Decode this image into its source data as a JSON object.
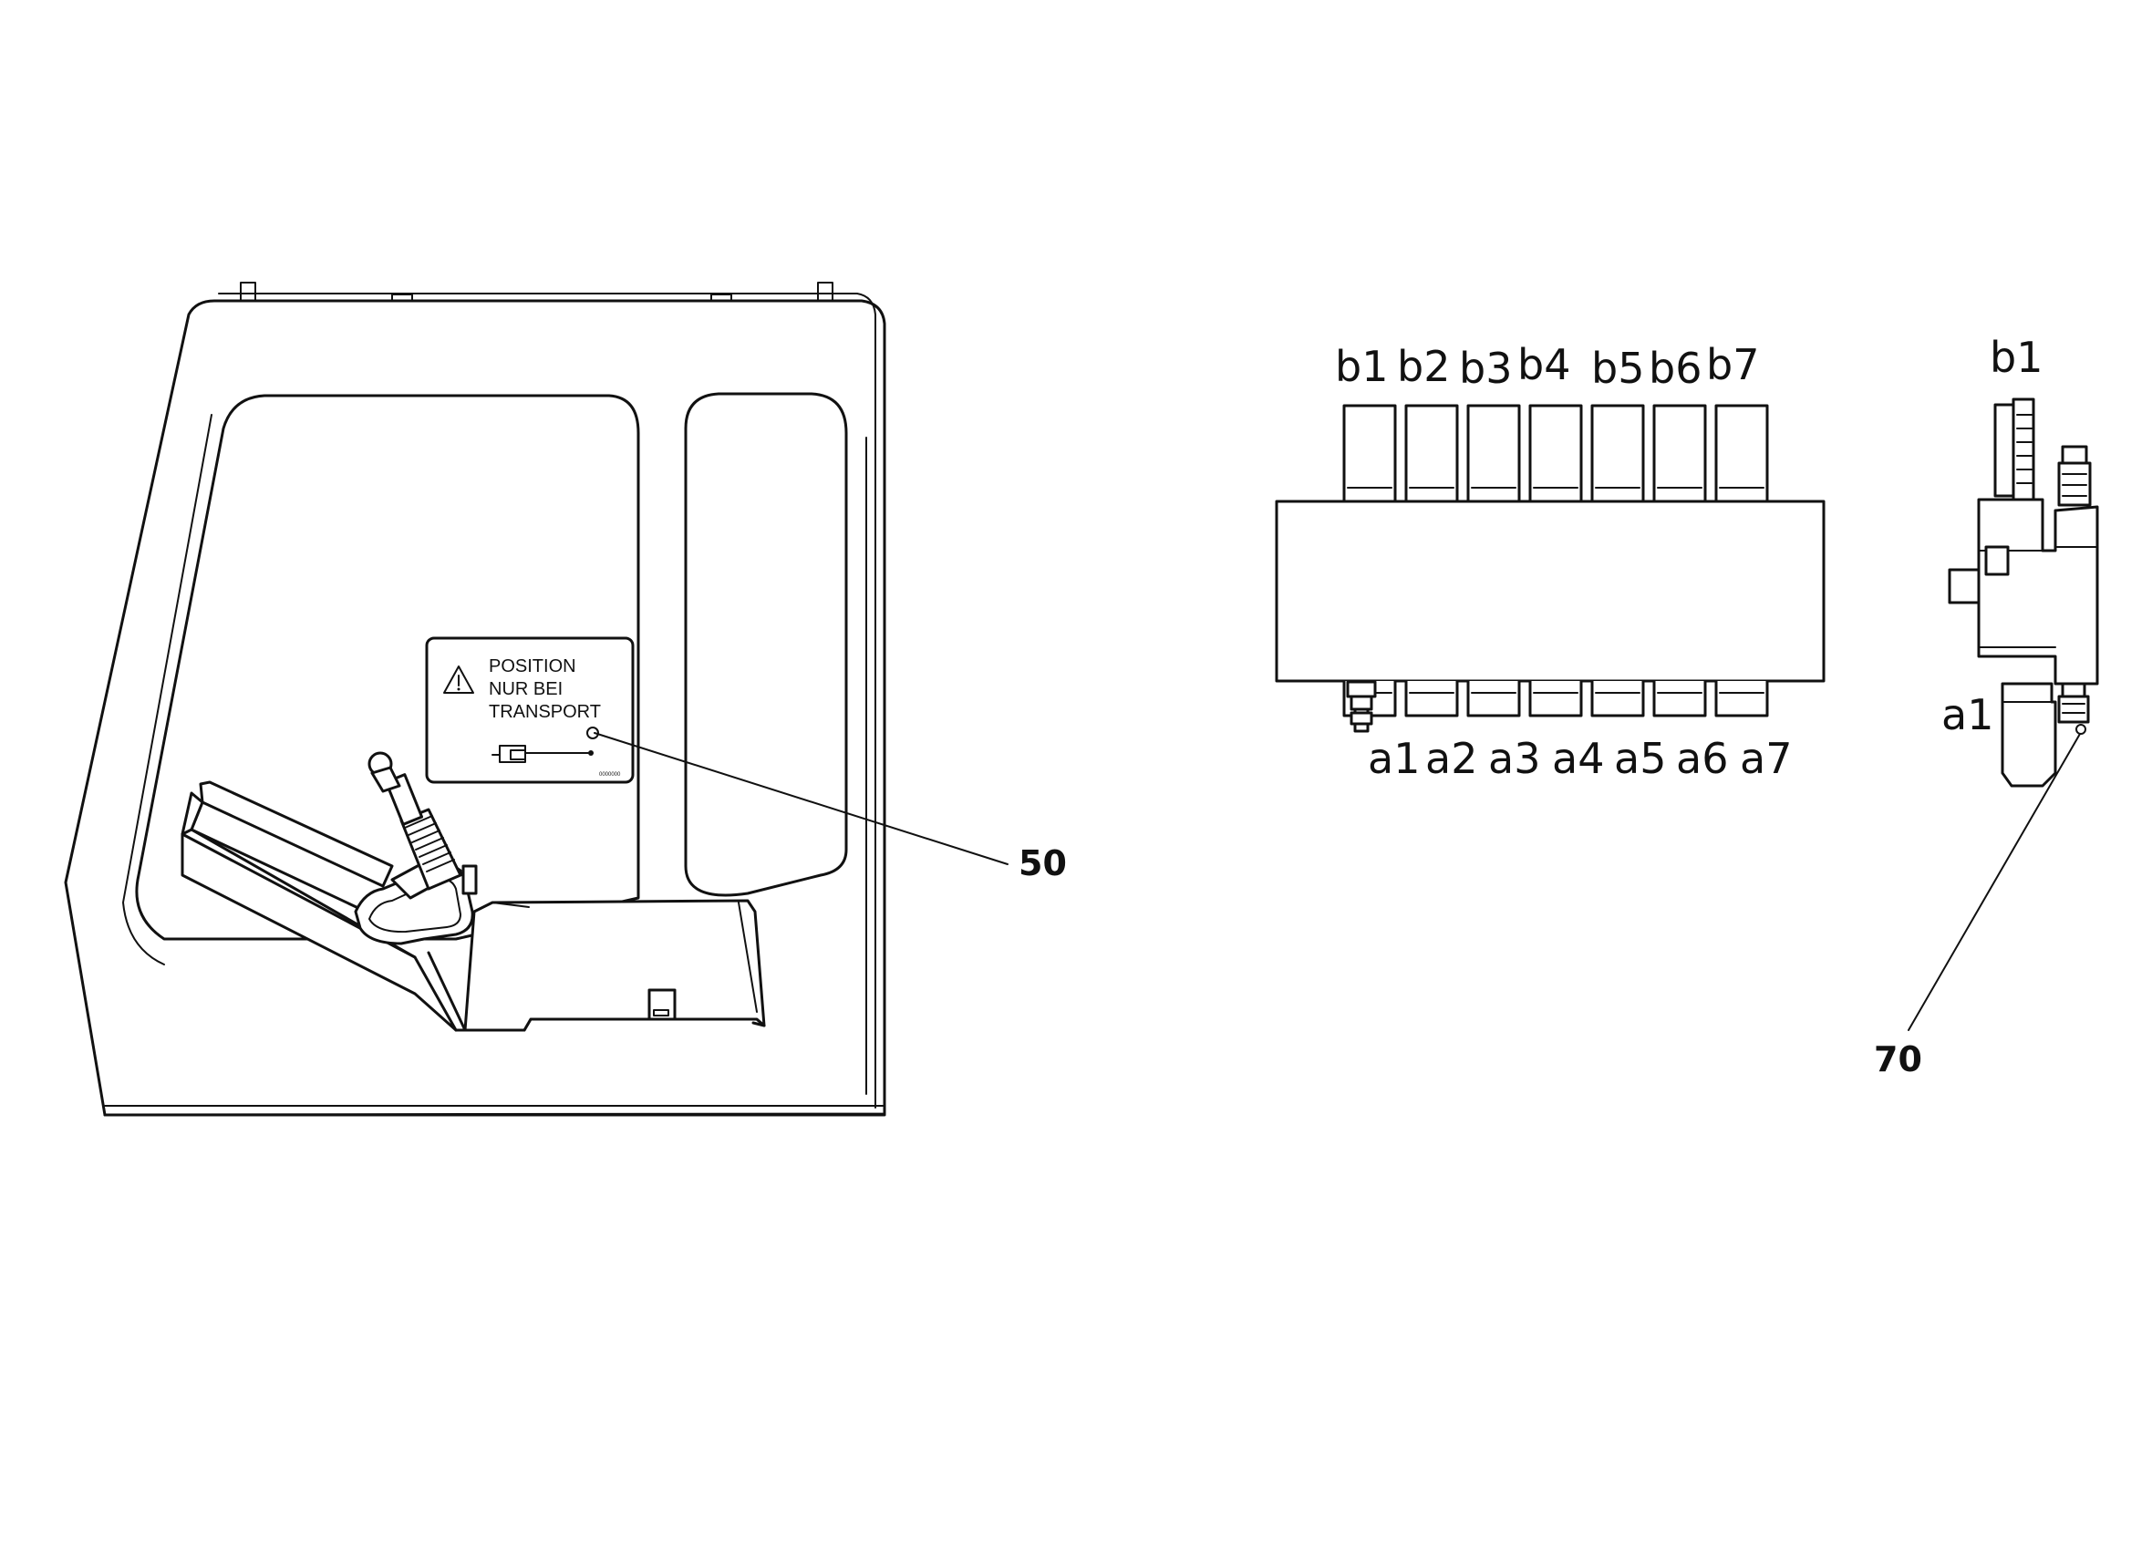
{
  "decal": {
    "line1": "POSITION",
    "line2": "NUR BEI",
    "line3": "TRANSPORT",
    "code": "0000000"
  },
  "callouts": {
    "left": "50",
    "right": "70"
  },
  "valve_front": {
    "top_ports": [
      "b1",
      "b2",
      "b3",
      "b4",
      "b5",
      "b6",
      "b7"
    ],
    "bottom_ports": [
      "a1",
      "a2",
      "a3",
      "a4",
      "a5",
      "a6",
      "a7"
    ]
  },
  "valve_side": {
    "top_port": "b1",
    "bottom_port": "a1"
  }
}
